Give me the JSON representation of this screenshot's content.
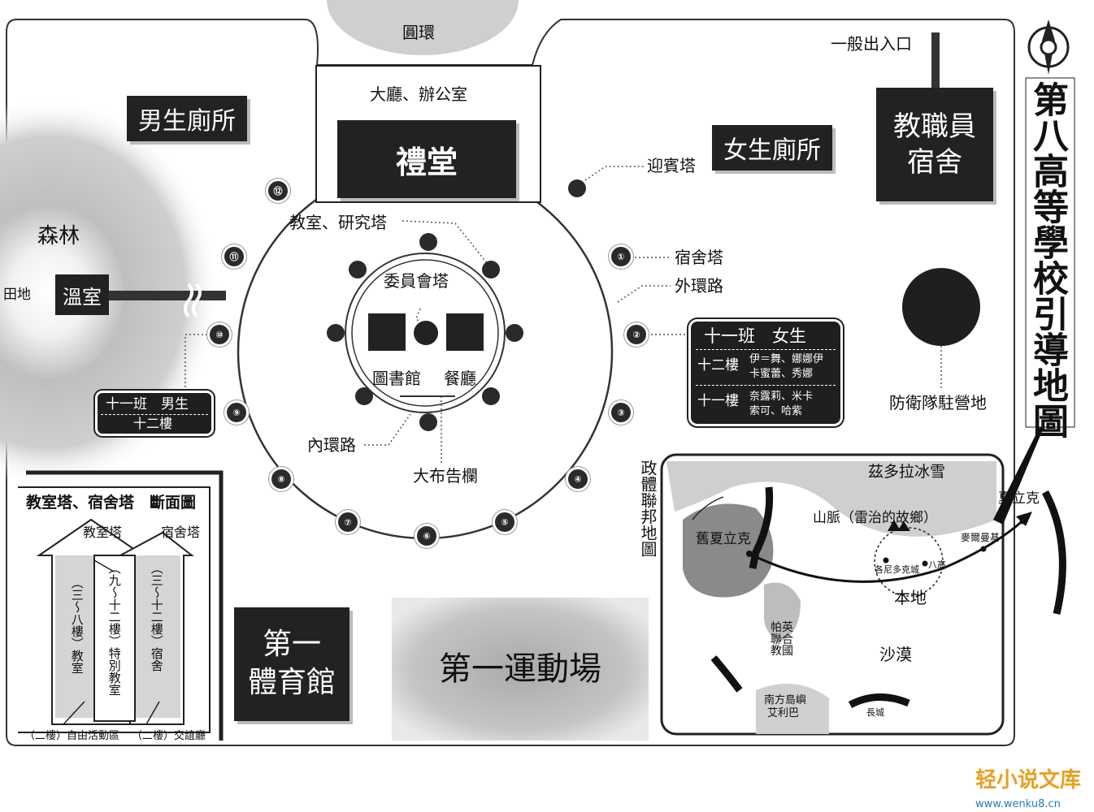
{
  "campus": {
    "ring_plaza": "圓環",
    "lobby_offices": "大廳、辦公室",
    "auditorium": "禮堂",
    "boys_restroom": "男生廁所",
    "girls_restroom": "女生廁所",
    "guest_tower": "迎賓塔",
    "general_entrance": "一般出入口",
    "staff_dormitory_line1": "教職員",
    "staff_dormitory_line2": "宿舍",
    "forest": "森林",
    "farmland": "田地",
    "greenhouse": "溫室",
    "classroom_research_tower": "教室、研究塔",
    "dorm_tower": "宿舍塔",
    "outer_ring_road": "外環路",
    "committee_tower": "委員會塔",
    "library": "圖書館",
    "cafeteria": "餐廳",
    "inner_ring_road": "內環路",
    "bulletin_board": "大布告欄",
    "defense_camp": "防衛隊駐營地",
    "gym_line1": "第一",
    "gym_line2": "體育館",
    "sports_field": "第一運動場",
    "towers": [
      "①",
      "②",
      "③",
      "④",
      "⑤",
      "⑥",
      "⑦",
      "⑧",
      "⑨",
      "⑩",
      "⑪",
      "⑫"
    ]
  },
  "class11_girls": {
    "title": "十一班　女生",
    "floor12": "十二樓",
    "floor12_names_1": "伊＝舞、娜娜伊",
    "floor12_names_2": "卡蜜蕾、秀娜",
    "floor11": "十一樓",
    "floor11_names_1": "奈露莉、米卡",
    "floor11_names_2": "索可、哈紫"
  },
  "class11_boys": {
    "title": "十一班　男生",
    "floor": "十二樓"
  },
  "cross_section": {
    "title": "教室塔、宿舍塔　斷面圖",
    "classroom_tower": "教室塔",
    "dorm_tower": "宿舍塔",
    "col_left": "（三～八樓）教室",
    "col_mid": "（九～十二樓）特別教室",
    "col_right": "（三～十二樓）宿舍",
    "bottom_left": "（二樓）自由活動區",
    "bottom_right": "（二樓）交誼廳"
  },
  "world_map": {
    "vertical_title": "政體聯邦地圖",
    "north_ice": "茲多拉冰雪",
    "mountains": "山脈（雷治的故鄉）",
    "xia_li_ke": "夏立克",
    "old_xia_li_ke": "舊夏立克",
    "mai_er_man_ji": "麥爾曼基",
    "ge_ni_duo_ke": "各尼多克城",
    "ba_gao": "八高",
    "mainland": "本地",
    "pa_ying": "帕英聯合教國",
    "desert": "沙漠",
    "south_islands_line1": "南方島嶼",
    "south_islands_line2": "艾利巴",
    "great_wall": "長城"
  },
  "side_title": "第八高等學校引導地圖",
  "watermark": {
    "logo": "轻小说文库",
    "url": "www.wenku8.cn"
  },
  "colors": {
    "ink": "#222222",
    "paper": "#ffffff",
    "gray": "#9a9a9a"
  }
}
